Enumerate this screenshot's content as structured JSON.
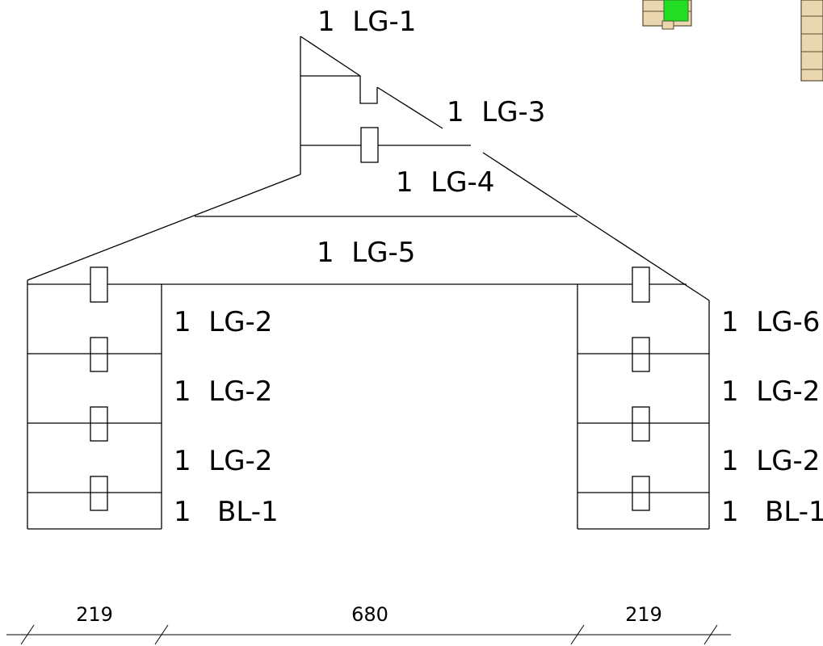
{
  "labels": {
    "lg1": "1  LG-1",
    "lg3": "1  LG-3",
    "lg4": "1  LG-4",
    "lg5": "1  LG-5",
    "lg6": "1  LG-6",
    "left_lg2_a": "1  LG-2",
    "left_lg2_b": "1  LG-2",
    "left_lg2_c": "1  LG-2",
    "left_bl1": "1   BL-1",
    "right_lg2_a": "1  LG-2",
    "right_lg2_b": "1  LG-2",
    "right_bl1": "1   BL-1"
  },
  "dimensions": {
    "left": "219",
    "middle": "680",
    "right": "219"
  },
  "colors": {
    "stroke": "#000000",
    "highlight": "#22dd22",
    "wood": "#ead7b0"
  }
}
